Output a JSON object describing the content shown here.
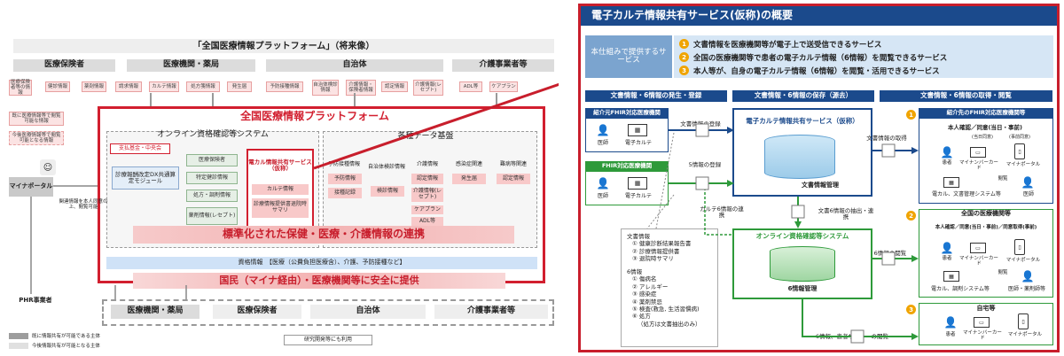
{
  "left": {
    "title": "「全国医療情報プラットフォーム」（将来像）",
    "headers": [
      "医療保険者",
      "医療機関・薬局",
      "自治体",
      "介護事業者等"
    ],
    "top_items": [
      "医療保険者等の情報",
      "健診情報",
      "薬剤情報",
      "請求情報",
      "カルテ情報",
      "処方箋情報",
      "発生届",
      "予防接種情報",
      "自治体検診情報",
      "介護情報・保険者情報",
      "認定情報",
      "介護情報(レセプト)",
      "ADL等",
      "ケアプラン"
    ],
    "side_notes": [
      "既に医療情報等で閲覧可能な情報",
      "今後医療情報等で閲覧可能となる情報"
    ],
    "platform_title": "全国医療情報プラットフォーム",
    "online_title": "オンライン資格確認等システム",
    "fund_label": "支払基金・中央会",
    "dx_label": "診療報酬改定DX共通算定モジュール",
    "center_items": [
      "医療保険者",
      "特定健診情報",
      "処方・調剤情報",
      "薬剤情報(レセプト)"
    ],
    "karte_title": "電カル情報共有サービス（仮称）",
    "karte_items": [
      "カルテ情報",
      "診療情報提供書退院時サマリ"
    ],
    "multi_title": "各種データ基盤",
    "multi_headers": [
      "予防接種情報",
      "自治体検診情報",
      "介護情報",
      "感染症関連",
      "難病等関連"
    ],
    "multi_items": [
      "予防情報",
      "検診情報",
      "認定情報",
      "発生届",
      "認定情報",
      "接種記録",
      "介護情報(レセプト)",
      "ケアプラン",
      "ADL等"
    ],
    "banner": "標準化された保健・医療・介護情報の連携",
    "qual_line": "資格情報　【医療（公費負担医療含）、介護、予防接種など】",
    "bottom_banner": "国民（マイナ経由）・医療機関等に安全に提供",
    "maina": "マイナポータル",
    "maina_note": "関連情報を本人同意の上、閲覧可能",
    "phr": "PHR事業者",
    "bottom_headers": [
      "医療機関・薬局",
      "医療保険者",
      "自治体",
      "介護事業者等"
    ],
    "legend": [
      "既に情報共有が可能である主体",
      "今後情報共有が可能となる主体"
    ],
    "research": "研究開発等にも利用"
  },
  "right": {
    "title": "電子カルテ情報共有サービス(仮称)の概要",
    "mechanism": "本仕組みで提供するサービス",
    "services": [
      "文書情報を医療機関等が電子上で送受信できるサービス",
      "全国の医療機関等で患者の電子カルテ情報（6情報）を閲覧できるサービス",
      "本人等が、自身の電子カルテ情報（6情報）を閲覧・活用できるサービス"
    ],
    "phases": [
      "文書情報・6情報の発生・登録",
      "文書情報・6情報の保存（源去）",
      "文書情報・6情報の取得・閲覧"
    ],
    "src1": "紹介元FHIR対応医療機関",
    "src2": "FHIR対応医療機関",
    "doctor": "医師",
    "ekarte": "電子カルテ",
    "reg_doc": "文書情報の登録",
    "reg_6": "5情報の登録",
    "karte6": "カルテ6情報の連携",
    "service_name": "電子カルテ情報共有サービス（仮称）",
    "doc_mgmt": "文書情報管理",
    "doc_get": "文書情報の取得",
    "doc6": "文書6情報の抽出・連携",
    "online": "オンライン資格確認等システム",
    "mgmt6": "6情報管理",
    "view6": "6情報の閲覧",
    "view_sum": "6情報、患者サマリーの閲覧",
    "list_doc_title": "文書情報",
    "list_doc": [
      "① 健康診断結果報告書",
      "② 診療情報提供書",
      "③ 退院時サマリ"
    ],
    "list_6_title": "6情報",
    "list_6": [
      "① 傷病名",
      "② アレルギー",
      "③ 感染症",
      "④ 薬剤禁忌",
      "⑤ 検査(救急, 生活習慣病)",
      "⑥ 処方",
      "（処方は文書抽出のみ）"
    ],
    "dest1": "紹介先のFHIR対応医療機関等",
    "dest1_sub": "本人確認／同意(当日・事前)",
    "dest2": "全国の医療機関等",
    "dest2_sub": "本人確認／同意(当日・事前)／同意取得(事前)",
    "dest3": "自宅等",
    "patient": "患者",
    "mynumber": "マイナンバーカード",
    "myportal": "マイナポータル",
    "view": "閲覧",
    "sys1": "電カル、文書管理システム等",
    "sys2": "電カル、調剤システム等",
    "doctor2": "医師",
    "doctor3": "医師・薬剤師等",
    "today": "(当日同意)",
    "advance": "(事前同意)"
  }
}
